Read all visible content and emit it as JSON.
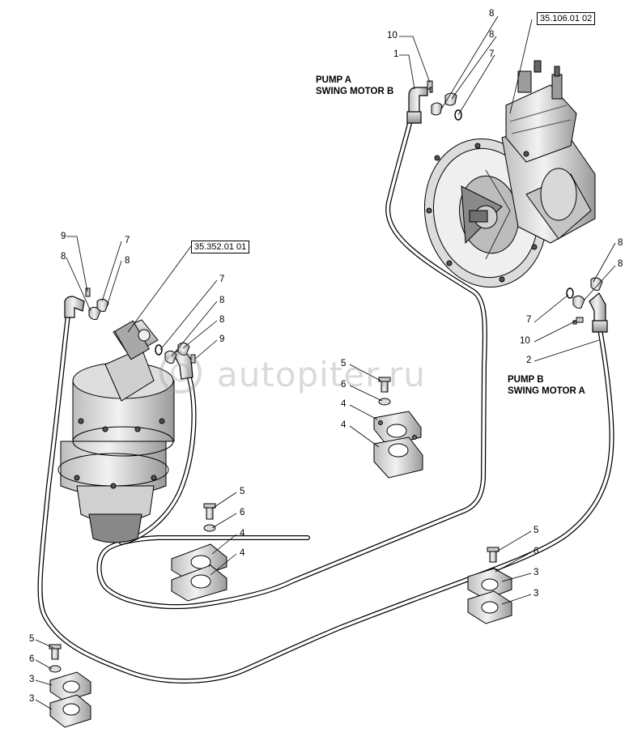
{
  "diagram": {
    "refs": {
      "pump_ref": "35.106.01 02",
      "motor_ref": "35.352.01 01"
    },
    "titles": {
      "pump_a_line1": "PUMP A",
      "pump_a_line2": "SWING MOTOR B",
      "pump_b_line1": "PUMP B",
      "pump_b_line2": "SWING MOTOR A"
    },
    "watermark": "autopiter.ru",
    "callouts": {
      "c_top_8a": "8",
      "c_top_8b": "8",
      "c_top_7": "7",
      "c_top_10": "10",
      "c_top_1": "1",
      "c_right_8a": "8",
      "c_right_8b": "8",
      "c_right_7": "7",
      "c_right_10": "10",
      "c_right_2": "2",
      "c_left_9": "9",
      "c_left_8": "8",
      "c_left_7": "7",
      "c_left_8b": "8",
      "c_mid_7": "7",
      "c_mid_8a": "8",
      "c_mid_8b": "8",
      "c_mid_9": "9",
      "c_cc_5": "5",
      "c_cc_6": "6",
      "c_cc_4a": "4",
      "c_cc_4b": "4",
      "c_cl_5": "5",
      "c_cl_6": "6",
      "c_cl_4a": "4",
      "c_cl_4b": "4",
      "c_cr_5": "5",
      "c_cr_6": "6",
      "c_cr_3a": "3",
      "c_cr_3b": "3",
      "c_bl_5": "5",
      "c_bl_6": "6",
      "c_bl_3a": "3",
      "c_bl_3b": "3"
    }
  }
}
